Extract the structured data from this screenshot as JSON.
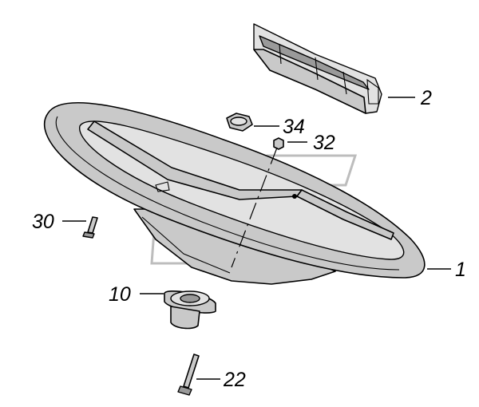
{
  "diagram": {
    "callouts": [
      {
        "id": "c1",
        "label": "1"
      },
      {
        "id": "c2",
        "label": "2"
      },
      {
        "id": "c10",
        "label": "10"
      },
      {
        "id": "c22",
        "label": "22"
      },
      {
        "id": "c30",
        "label": "30"
      },
      {
        "id": "c32",
        "label": "32"
      },
      {
        "id": "c34",
        "label": "34"
      }
    ]
  }
}
